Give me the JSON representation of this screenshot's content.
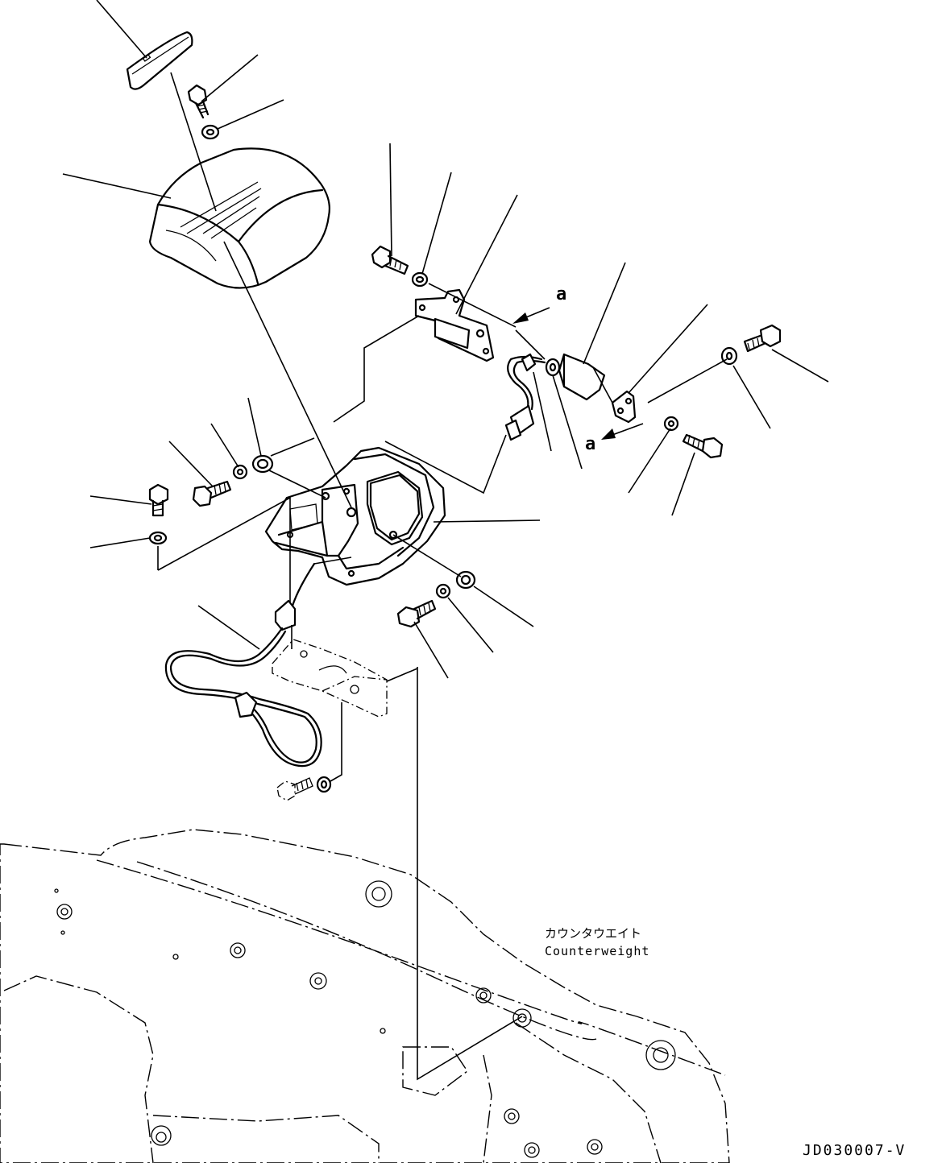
{
  "diagram": {
    "labels": {
      "view_a_upper": "a",
      "view_a_lower": "a",
      "counterweight_jp": "カウンタウエイト",
      "counterweight_en": "Counterweight",
      "drawing_number": "JD030007-V"
    }
  }
}
